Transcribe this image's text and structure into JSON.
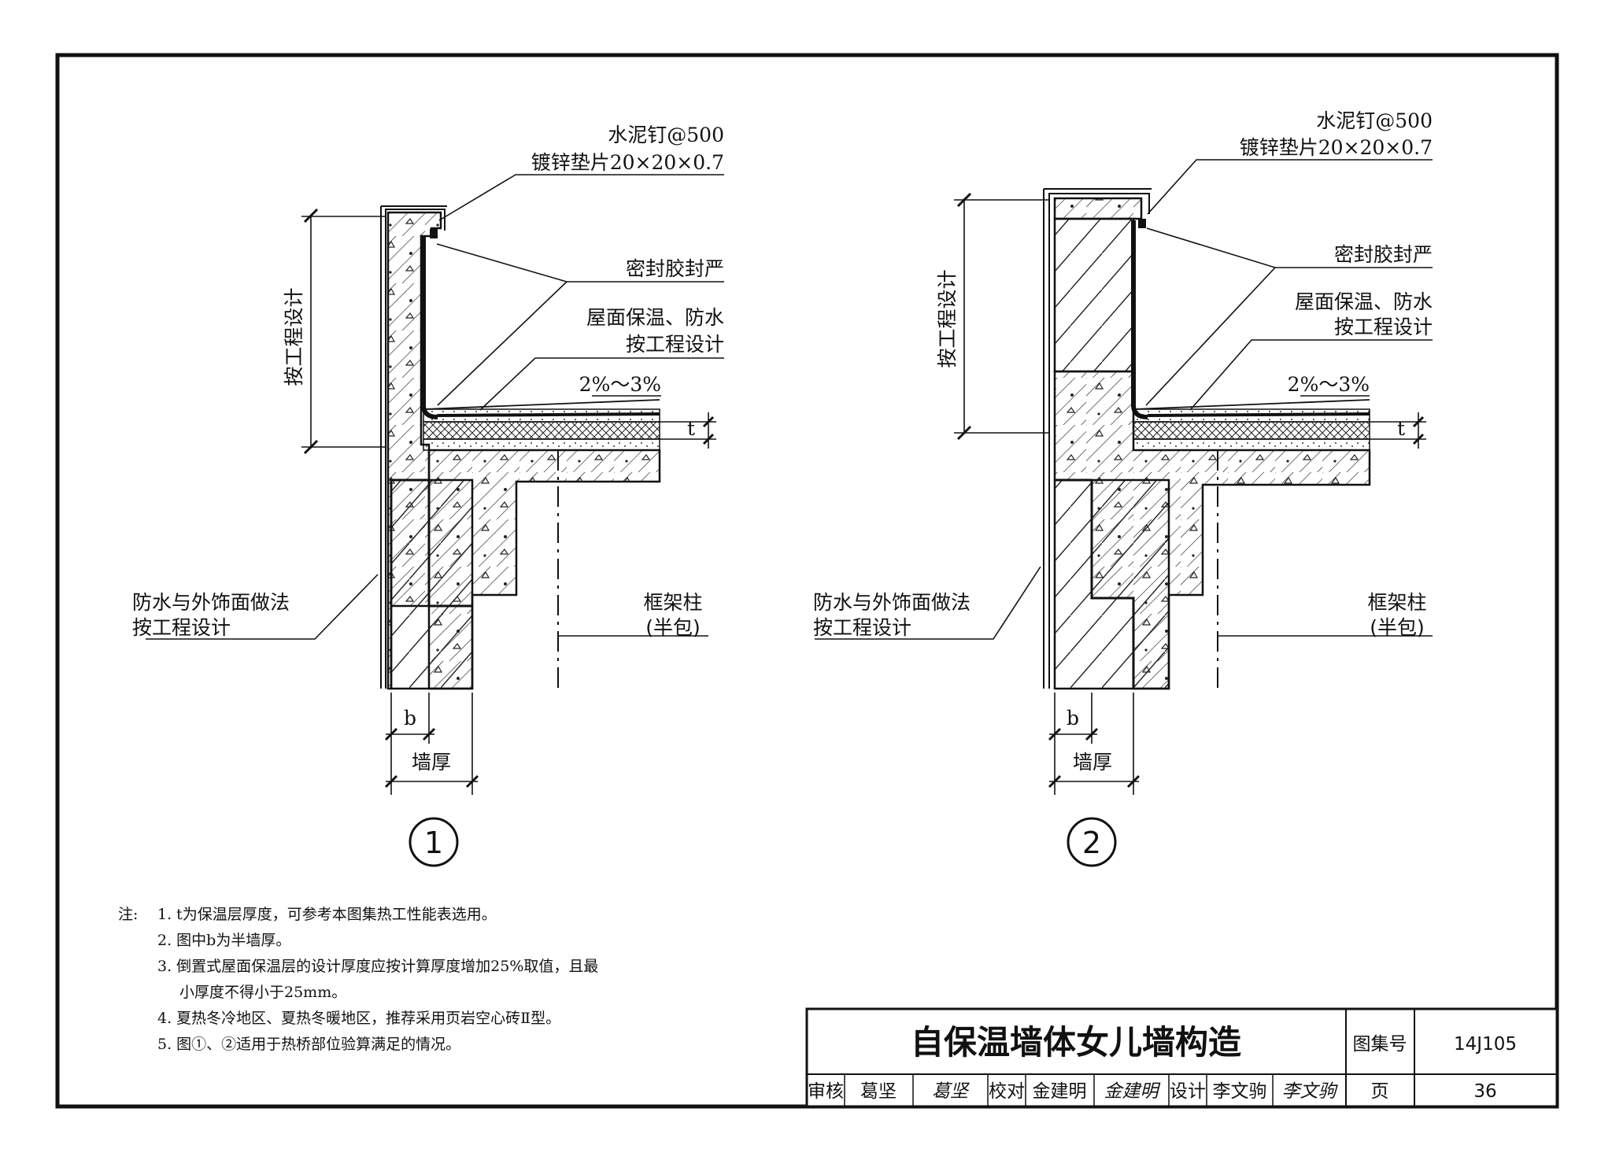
{
  "details": [
    {
      "number": "1",
      "labels": {
        "nail": "水泥钉@500",
        "washer": "镀锌垫片20×20×0.7",
        "sealant": "密封胶封严",
        "roof_line1": "屋面保温、防水",
        "roof_line2": "按工程设计",
        "slope": "2%～3%",
        "thickness": "t",
        "height": "按工程设计",
        "facing_line1": "防水与外饰面做法",
        "facing_line2": "按工程设计",
        "column_line1": "框架柱",
        "column_line2": "(半包)",
        "b": "b",
        "wall": "墙厚"
      }
    },
    {
      "number": "2",
      "labels": {
        "nail": "水泥钉@500",
        "washer": "镀锌垫片20×20×0.7",
        "sealant": "密封胶封严",
        "roof_line1": "屋面保温、防水",
        "roof_line2": "按工程设计",
        "slope": "2%～3%",
        "thickness": "t",
        "height": "按工程设计",
        "facing_line1": "防水与外饰面做法",
        "facing_line2": "按工程设计",
        "column_line1": "框架柱",
        "column_line2": "(半包)",
        "b": "b",
        "wall": "墙厚"
      }
    }
  ],
  "notes": {
    "heading": "注:",
    "items": [
      "1.  t为保温层厚度，可参考本图集热工性能表选用。",
      "2.  图中b为半墙厚。",
      "3.  倒置式屋面保温层的设计厚度应按计算厚度增加25%取值，且最",
      "小厚度不得小于25mm。",
      "4.  夏热冬冷地区、夏热冬暖地区，推荐采用页岩空心砖Ⅱ型。",
      "5.  图①、②适用于热桥部位验算满足的情况。"
    ]
  },
  "title_block": {
    "title": "自保温墙体女儿墙构造",
    "atlas_label": "图集号",
    "atlas_no": "14J105",
    "review_label": "审核",
    "reviewer": "葛坚",
    "reviewer_sign": "葛坚",
    "check_label": "校对",
    "checker": "金建明",
    "checker_sign": "金建明",
    "design_label": "设计",
    "designer": "李文驹",
    "designer_sign": "李文驹",
    "page_label": "页",
    "page_no": "36"
  }
}
